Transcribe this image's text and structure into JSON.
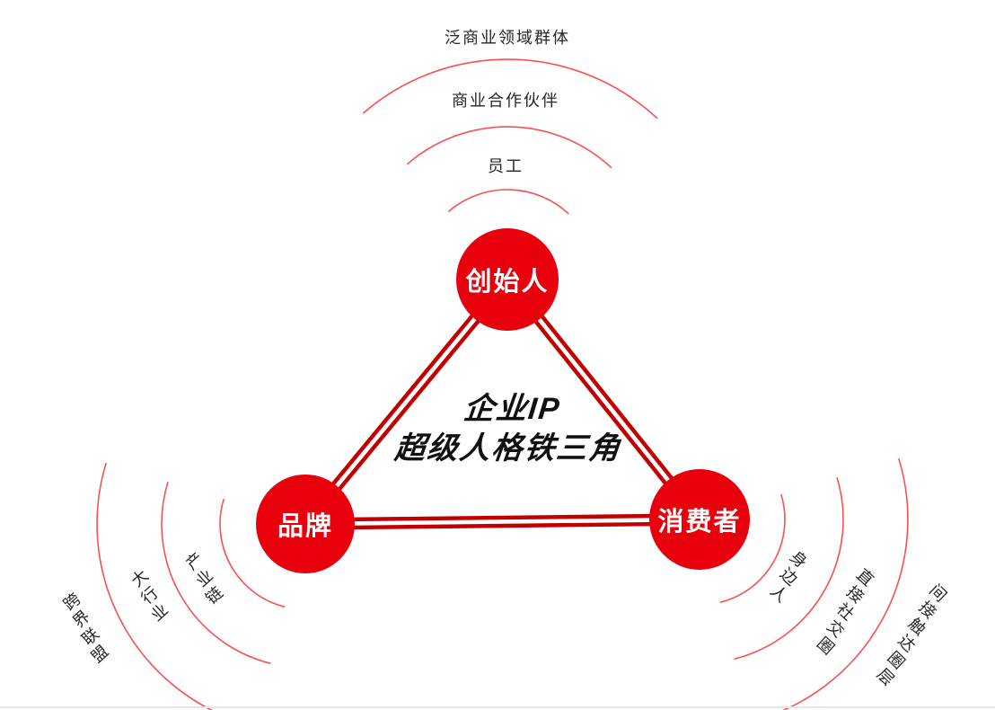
{
  "diagram": {
    "title": {
      "line1": "企业IP",
      "line2": "超级人格铁三角"
    },
    "nodes": {
      "founder": {
        "label": "创始人"
      },
      "brand": {
        "label": "品牌"
      },
      "consumer": {
        "label": "消费者"
      }
    },
    "founder_rings": [
      "员工",
      "商业合作伙伴",
      "泛商业领域群体"
    ],
    "brand_rings": [
      "产业链",
      "大行业",
      "跨界联盟"
    ],
    "consumer_rings": [
      "身边人",
      "直接社交圈",
      "间接触达圈层"
    ],
    "colors": {
      "node_fill": "#e8000d",
      "edge_line": "#c20000",
      "ring_arc": "#fc4f4f",
      "label_text": "#262626",
      "title_text": "#111111"
    }
  }
}
